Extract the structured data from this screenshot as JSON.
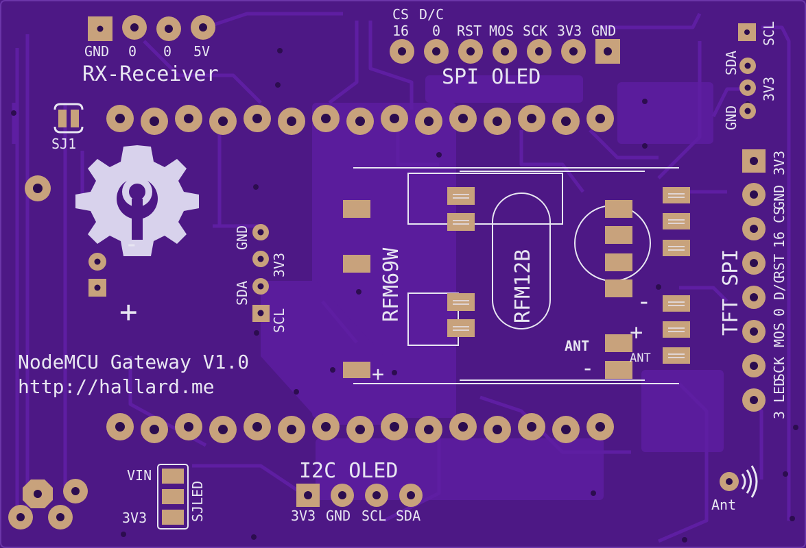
{
  "board": {
    "title": "NodeMCU Gateway V1.0",
    "url": "http://hallard.me",
    "colors": {
      "substrate": "#4d1885",
      "copper": "#5e1ea2",
      "pad": "#c8a27c",
      "silkscreen": "#e8e6f2"
    }
  },
  "rx_receiver": {
    "label": "RX-Receiver",
    "pins": [
      "GND",
      "0",
      "0",
      "5V"
    ]
  },
  "spi_oled": {
    "label": "SPI OLED",
    "top_labels": [
      "CS",
      "D/C"
    ],
    "numbers": [
      "16",
      "0"
    ],
    "pins": [
      "RST",
      "MOS",
      "SCK",
      "3V3",
      "GND"
    ]
  },
  "i2c_header_right": {
    "pins": [
      "SCL",
      "SDA",
      "3V3",
      "GND"
    ]
  },
  "i2c_header_left": {
    "pins": [
      "GND",
      "3V3",
      "SDA",
      "SCL"
    ]
  },
  "tft_spi": {
    "label": "TFT SPI",
    "pins": [
      "3V3",
      "GND",
      "16 CS",
      "RST",
      "0 D/C",
      "MOS",
      "SCK",
      "3 LED"
    ]
  },
  "i2c_oled": {
    "label": "I2C OLED",
    "pins": [
      "3V3",
      "GND",
      "SCL",
      "SDA"
    ]
  },
  "rfm69w": {
    "label": "RFM69W",
    "plus": "+"
  },
  "rfm12b": {
    "label": "RFM12B"
  },
  "antenna": {
    "ant_label_1": "ANT",
    "ant_label_2": "ANT",
    "minus_1": "-",
    "minus_2": "-",
    "plus": "+",
    "ant_pad_label": "Ant"
  },
  "jumpers": {
    "sj1": "SJ1",
    "sjled": "SJLED",
    "vin": "VIN",
    "v33": "3V3"
  },
  "power_marks": {
    "minus": "-",
    "plus": "+"
  }
}
